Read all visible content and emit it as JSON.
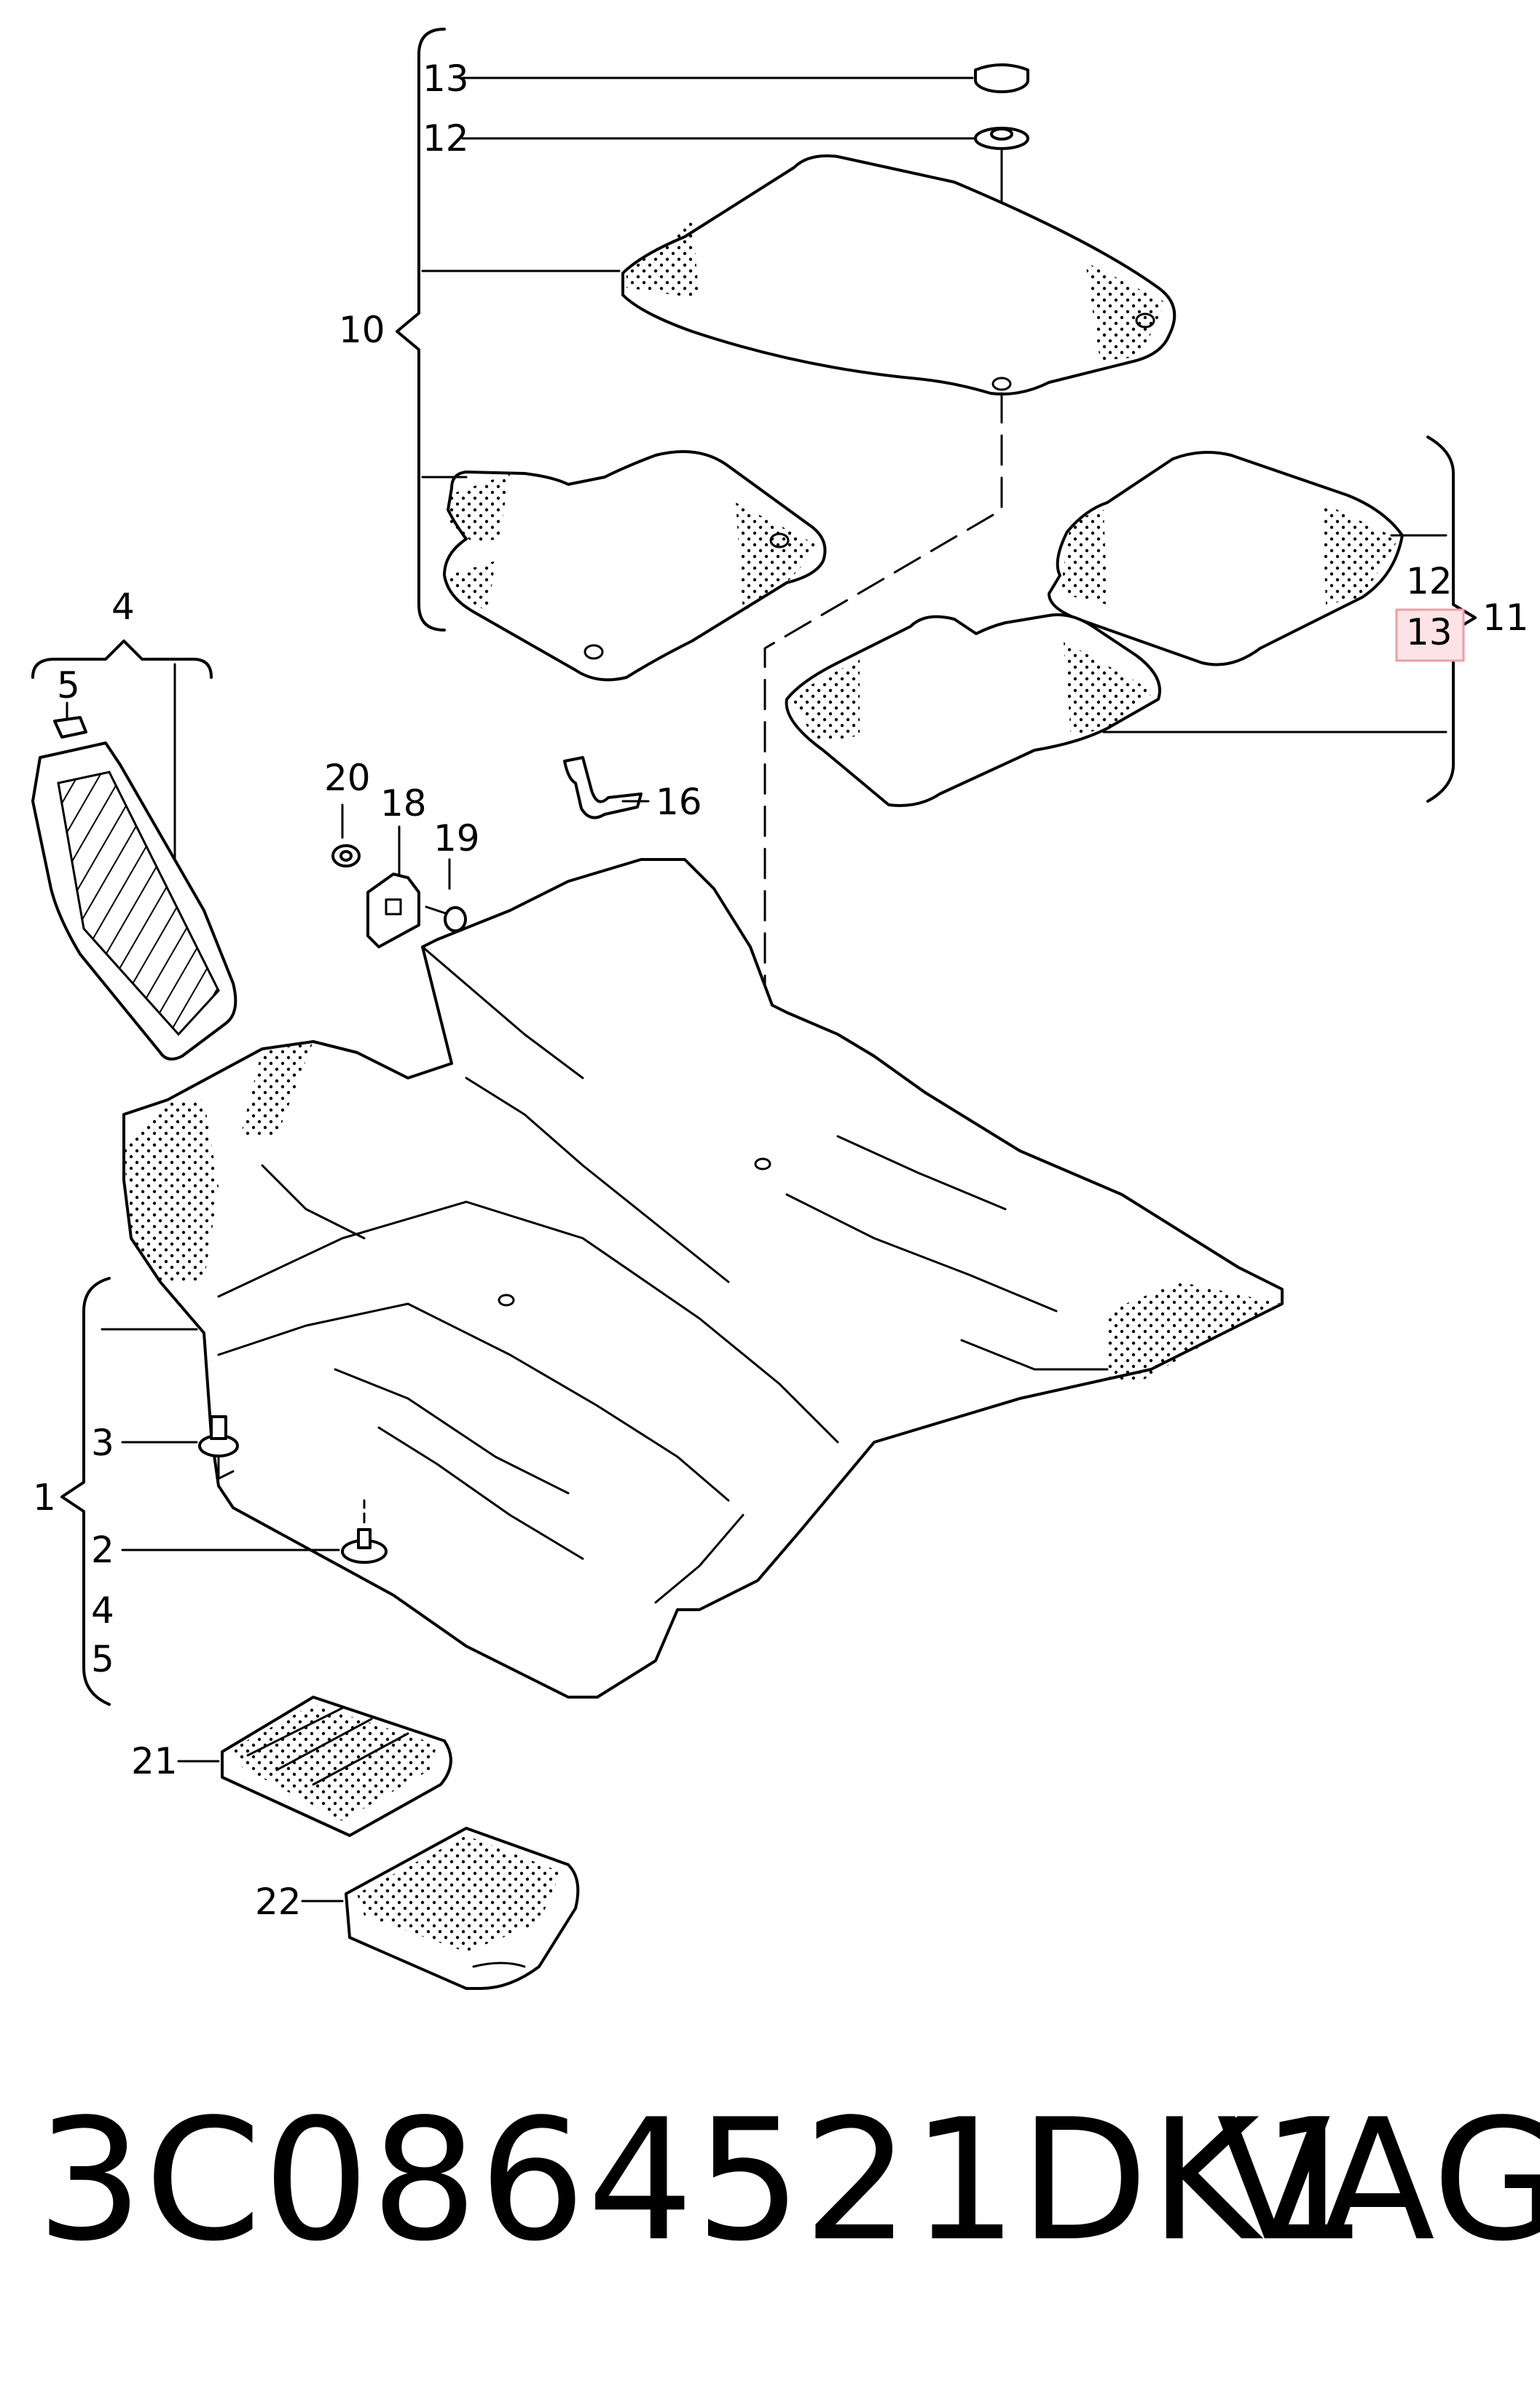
{
  "labels": {
    "c1": "1",
    "c2": "2",
    "c3": "3",
    "c4a": "4",
    "c5a": "5",
    "c4": "4",
    "c5": "5",
    "c10": "10",
    "c11": "11",
    "c12a": "12",
    "c13a": "13",
    "c12b": "12",
    "c13b": "13",
    "c16": "16",
    "c18": "18",
    "c19": "19",
    "c20": "20",
    "c21": "21",
    "c22": "22"
  },
  "footer": {
    "part_number": "3C0864521DK1",
    "brand": "VAG"
  },
  "colors": {
    "highlight_fill": "#fde3e6",
    "highlight_stroke": "#e8a0a8",
    "ink": "#000000"
  }
}
